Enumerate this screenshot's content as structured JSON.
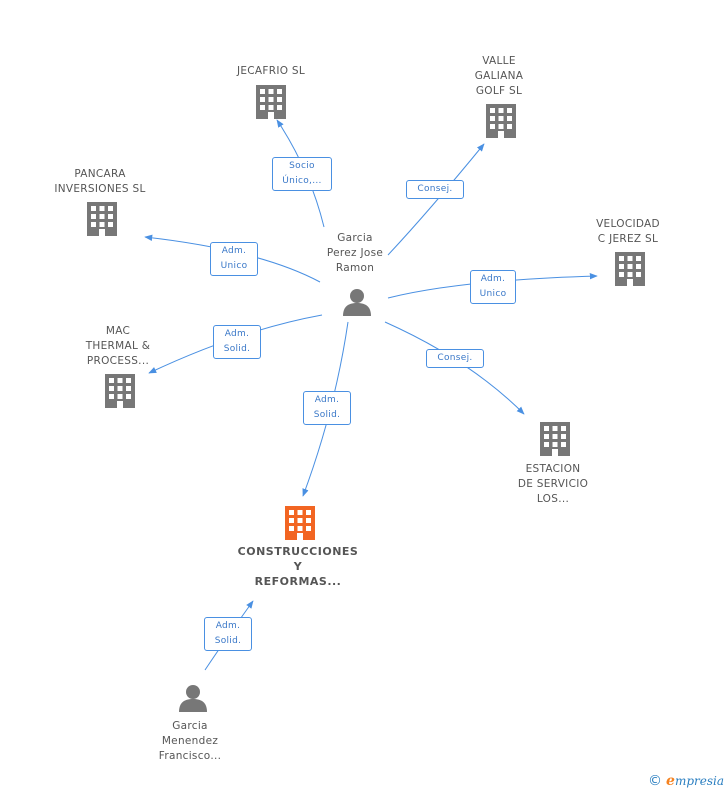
{
  "colors": {
    "edge": "#4a90e2",
    "company": "#777777",
    "focus_company": "#f26522",
    "person": "#777777"
  },
  "nodes": {
    "jecafrio": {
      "label": "JECAFRIO  SL",
      "icon": "building-icon"
    },
    "valle": {
      "label": "VALLE\nGALIANA\nGOLF SL",
      "icon": "building-icon"
    },
    "pancara": {
      "label": "PANCARA\nINVERSIONES SL",
      "icon": "building-icon"
    },
    "velocidad": {
      "label": "VELOCIDAD\nC JEREZ SL",
      "icon": "building-icon"
    },
    "mac": {
      "label": "MAC\nTHERMAL &\nPROCESS...",
      "icon": "building-icon"
    },
    "estacion": {
      "label": "ESTACION\nDE SERVICIO\nLOS...",
      "icon": "building-icon"
    },
    "construcciones": {
      "label": "CONSTRUCCIONES\nY\nREFORMAS...",
      "icon": "building-icon"
    },
    "garcia_perez": {
      "label": "Garcia\nPerez Jose\nRamon",
      "icon": "person-icon"
    },
    "garcia_menendez": {
      "label": "Garcia\nMenendez\nFrancisco...",
      "icon": "person-icon"
    }
  },
  "edges": {
    "to_jecafrio": "Socio\nÚnico,...",
    "to_valle": "Consej.",
    "to_pancara": "Adm.\nUnico",
    "to_velocidad": "Adm.\nUnico",
    "to_mac": "Adm.\nSolid.",
    "to_estacion": "Consej.",
    "to_construcciones": "Adm.\nSolid.",
    "menendez_to_construcciones": "Adm.\nSolid."
  },
  "footer": {
    "copyright": "©",
    "brand_first": "e",
    "brand_rest": "mpresia"
  }
}
